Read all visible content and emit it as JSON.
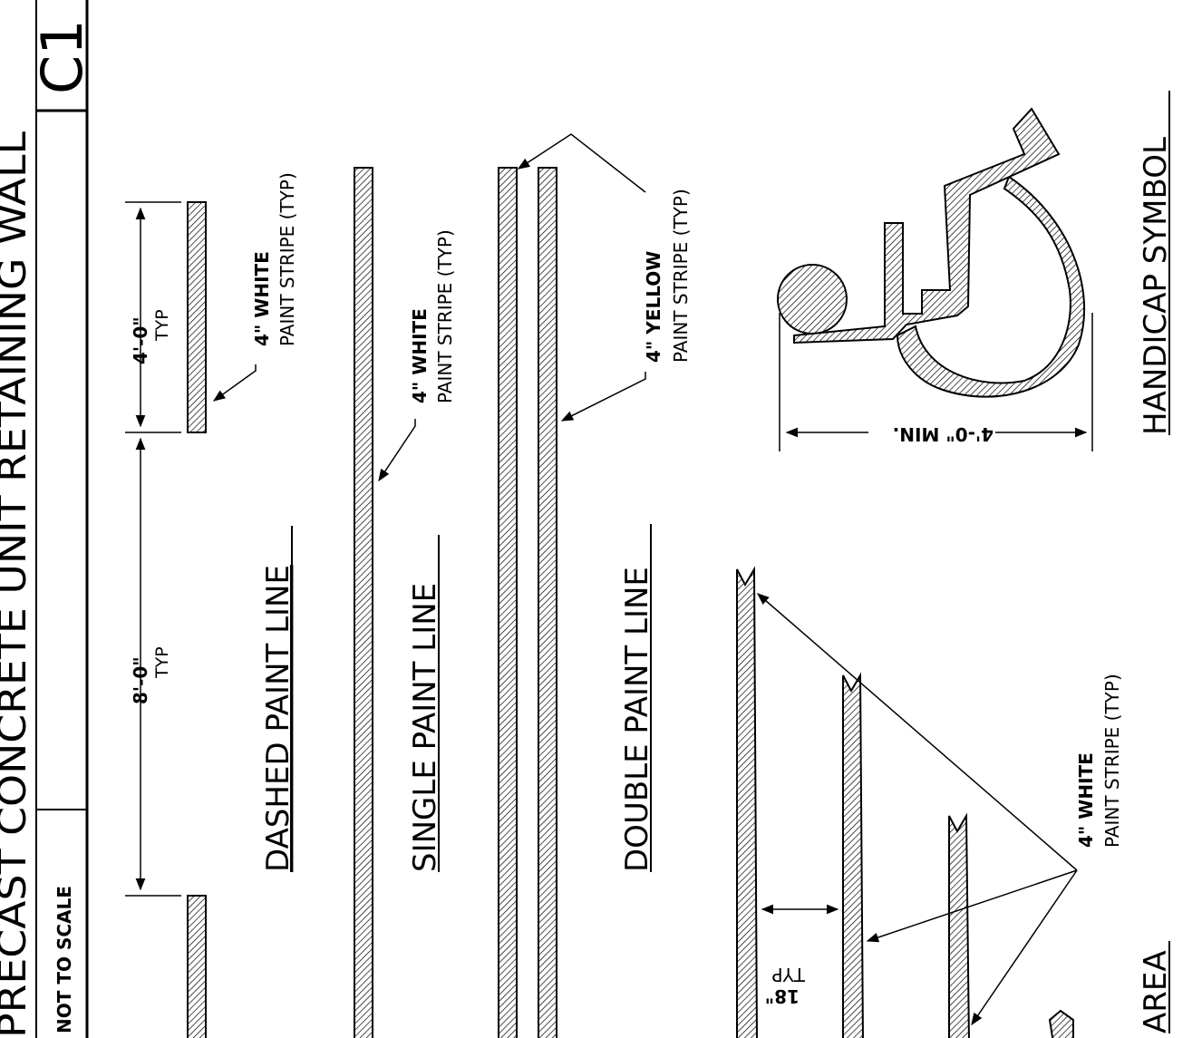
{
  "title_block": {
    "title": "PRECAST CONCRETE UNIT RETAINING WALL",
    "sheet": "C1",
    "scale_note": "NOT TO SCALE"
  },
  "dashed_paint_line": {
    "heading": "DASHED PAINT LINE",
    "dim_gap": "8'-0\"",
    "dim_gap_typ": "TYP",
    "dim_stripe": "4'-0\"",
    "dim_stripe_typ": "TYP",
    "note_line1": "4\" WHITE",
    "note_line2": "PAINT STRIPE (TYP)"
  },
  "single_paint_line": {
    "heading": "SINGLE PAINT LINE",
    "note_line1": "4\" WHITE",
    "note_line2": "PAINT STRIPE (TYP)"
  },
  "double_paint_line": {
    "heading": "DOUBLE PAINT LINE",
    "note_line1": "4\" YELLOW",
    "note_line2": "PAINT STRIPE (TYP)"
  },
  "handicap_symbol": {
    "heading": "HANDICAP SYMBOL",
    "dim": "4'-0\" MIN."
  },
  "parking_area": {
    "heading": "AREA",
    "note_line1": "4\" WHITE",
    "note_line2": "PAINT STRIPE (TYP)",
    "dim_spacing": "18\"",
    "dim_spacing_typ": "TYP"
  }
}
